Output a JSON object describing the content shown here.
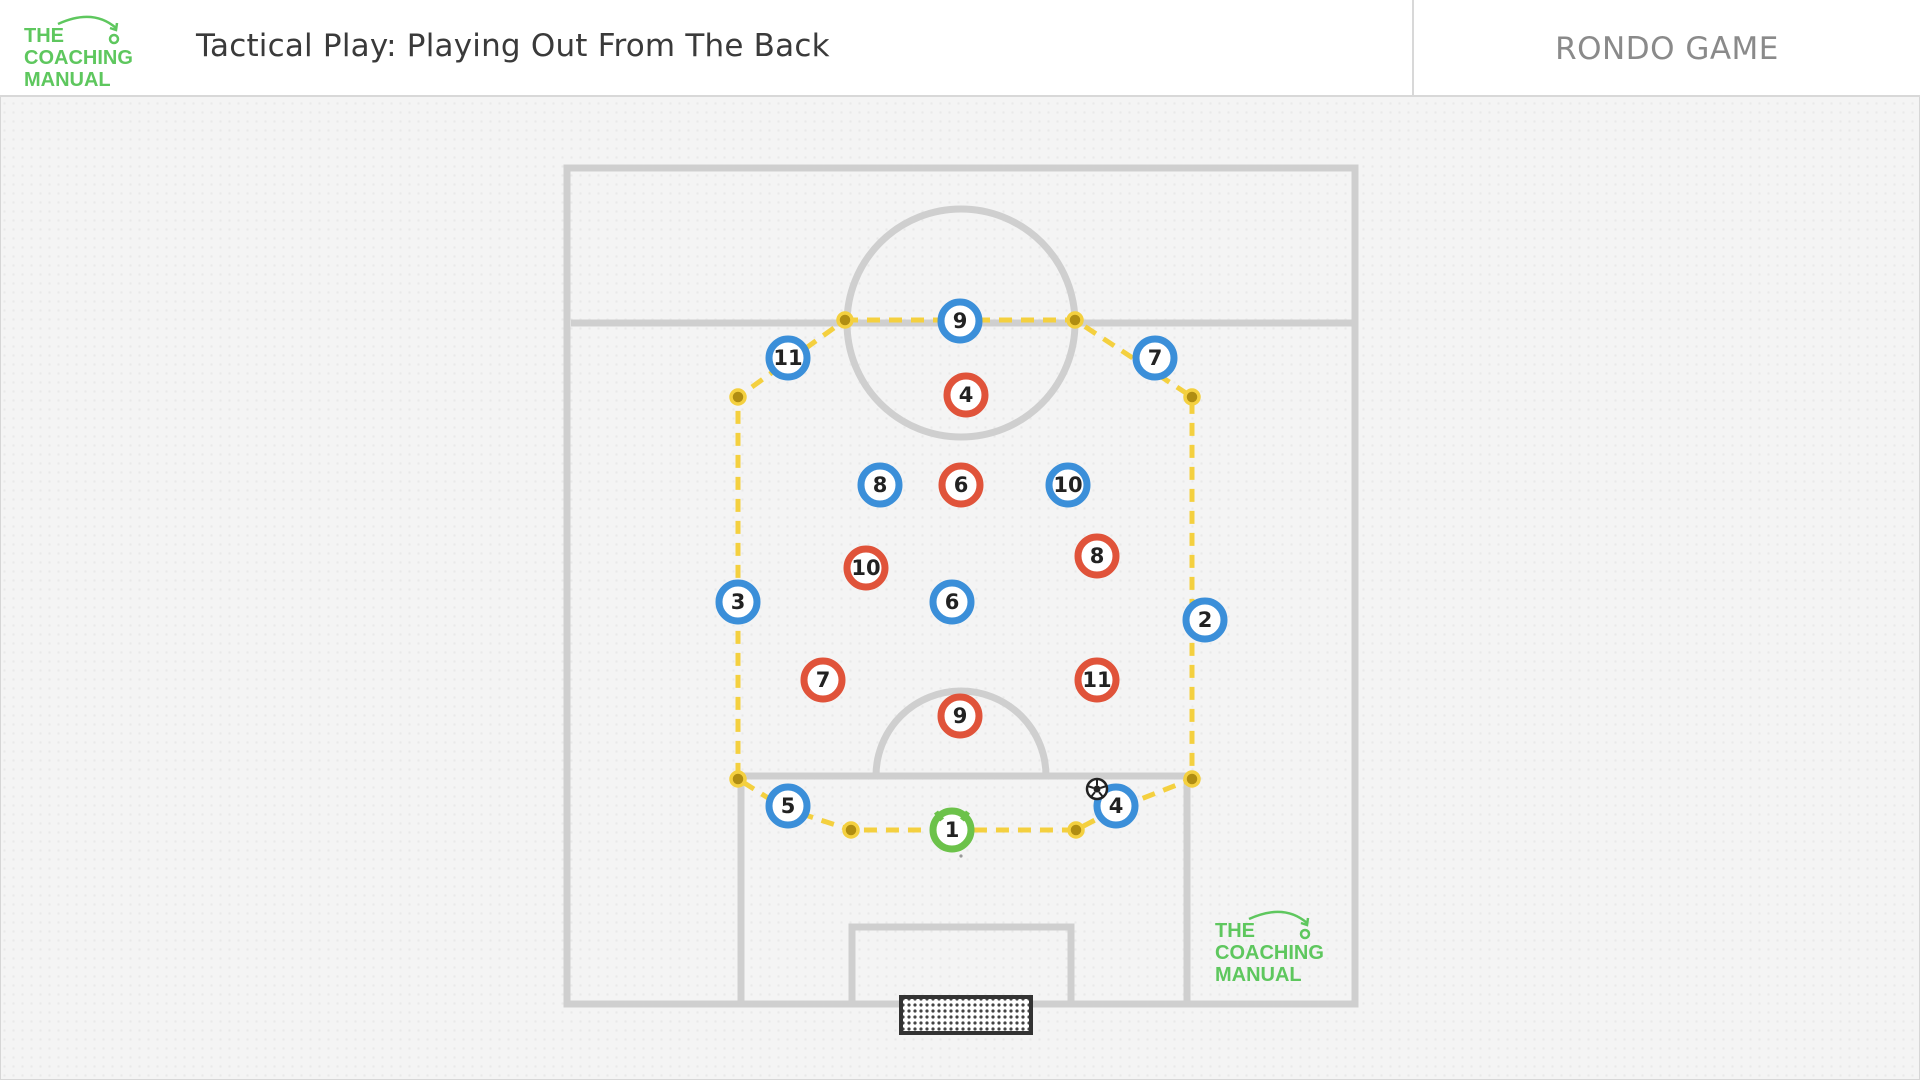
{
  "header": {
    "logo": {
      "line1": "THE",
      "line2": "COACHING",
      "line3": "MANUAL"
    },
    "title": "Tactical Play: Playing Out From The Back",
    "drill_name": "RONDO GAME"
  },
  "colors": {
    "blue_team": "#3b8fd9",
    "red_team": "#e0533a",
    "goalkeeper": "#6cc24a",
    "cone_line": "#f4d03f",
    "cone": "#b08d12",
    "pitch_lines": "#cfcfcf",
    "brand_green": "#5ec75e"
  },
  "pitch": {
    "players": [
      {
        "team": "blue",
        "number": "9"
      },
      {
        "team": "blue",
        "number": "11"
      },
      {
        "team": "blue",
        "number": "7"
      },
      {
        "team": "red",
        "number": "4"
      },
      {
        "team": "blue",
        "number": "8"
      },
      {
        "team": "red",
        "number": "6"
      },
      {
        "team": "blue",
        "number": "10"
      },
      {
        "team": "red",
        "number": "10"
      },
      {
        "team": "red",
        "number": "8"
      },
      {
        "team": "blue",
        "number": "3"
      },
      {
        "team": "blue",
        "number": "6"
      },
      {
        "team": "blue",
        "number": "2"
      },
      {
        "team": "red",
        "number": "7"
      },
      {
        "team": "red",
        "number": "11"
      },
      {
        "team": "red",
        "number": "9"
      },
      {
        "team": "blue",
        "number": "5"
      },
      {
        "team": "blue",
        "number": "4"
      },
      {
        "team": "goalkeeper",
        "number": "1"
      }
    ],
    "ball_icon": "soccer-ball-icon",
    "goal_icon": "goal-net-icon"
  },
  "watermark": {
    "line1": "THE",
    "line2": "COACHING",
    "line3": "MANUAL"
  }
}
